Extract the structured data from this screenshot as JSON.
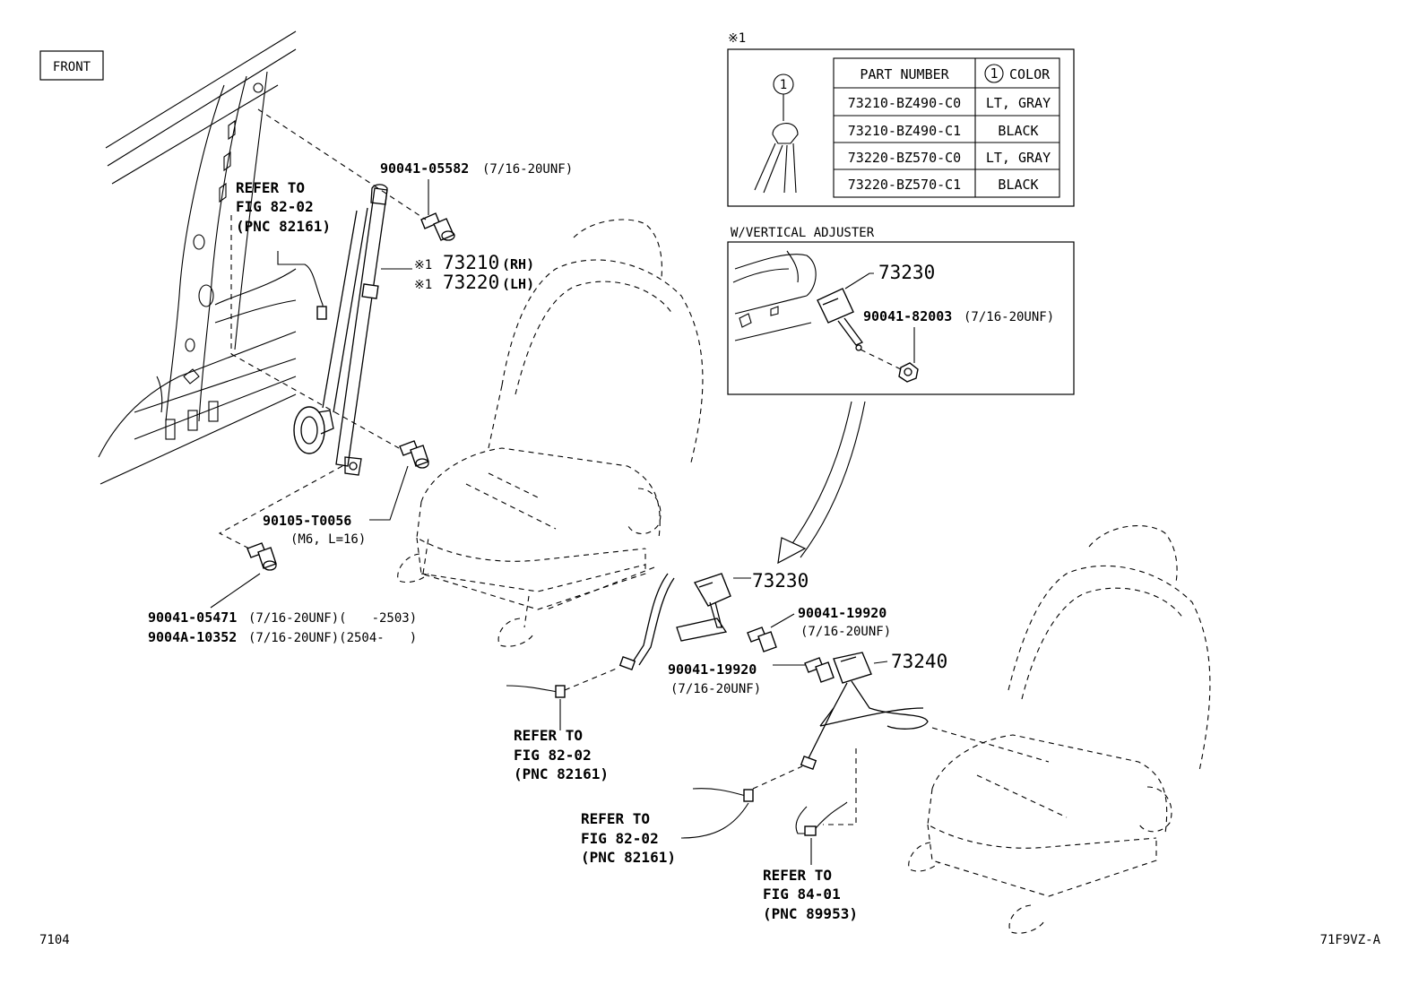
{
  "front_label": "FRONT",
  "page_number": "7104",
  "figure_code": "71F9VZ-A",
  "note_marker": "※1",
  "callout_number": "1",
  "color_table": {
    "header_part": "PART NUMBER",
    "header_color": "COLOR",
    "rows": [
      {
        "part": "73210-BZ490-C0",
        "color": "LT, GRAY"
      },
      {
        "part": "73210-BZ490-C1",
        "color": "BLACK"
      },
      {
        "part": "73220-BZ570-C0",
        "color": "LT, GRAY"
      },
      {
        "part": "73220-BZ570-C1",
        "color": "BLACK"
      }
    ]
  },
  "vertical_adjuster": {
    "title": "W/VERTICAL ADJUSTER",
    "part": "73230",
    "bolt_pn": "90041-82003",
    "bolt_spec": "(7/16-20UNF)"
  },
  "belt": {
    "bolt_top_pn": "90041-05582",
    "bolt_top_spec": "(7/16-20UNF)",
    "rh_mark": "※1",
    "rh_part": "73210",
    "rh_side": "(RH)",
    "lh_mark": "※1",
    "lh_part": "73220",
    "lh_side": "(LH)",
    "bolt_mid_pn": "90105-T0056",
    "bolt_mid_spec": "(M6, L=16)",
    "bolt_low1_pn": "90041-05471",
    "bolt_low1_spec": "(7/16-20UNF)(　　-2503)",
    "bolt_low2_pn": "9004A-10352",
    "bolt_low2_spec": "(7/16-20UNF)(2504-　　)"
  },
  "buckle_rh": {
    "part": "73230",
    "bolt_pn": "90041-19920",
    "bolt_spec": "(7/16-20UNF)"
  },
  "buckle_lh": {
    "part": "73240",
    "bolt_pn": "90041-19920",
    "bolt_spec": "(7/16-20UNF)"
  },
  "refs": {
    "ref1": {
      "l1": "REFER TO",
      "l2": "FIG 82-02",
      "l3": "(PNC 82161)"
    },
    "ref2": {
      "l1": "REFER TO",
      "l2": "FIG 82-02",
      "l3": "(PNC 82161)"
    },
    "ref3": {
      "l1": "REFER TO",
      "l2": "FIG 82-02",
      "l3": "(PNC 82161)"
    },
    "ref4": {
      "l1": "REFER TO",
      "l2": "FIG 84-01",
      "l3": "(PNC 89953)"
    }
  }
}
